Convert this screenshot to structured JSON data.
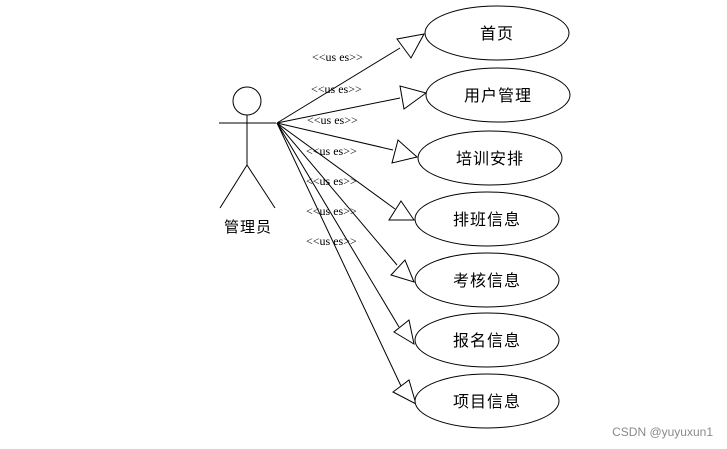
{
  "actor": {
    "label": "管理员"
  },
  "stereotype": "<<us es>>",
  "use_cases": [
    {
      "label": "首页"
    },
    {
      "label": "用户管理"
    },
    {
      "label": "培训安排"
    },
    {
      "label": "排班信息"
    },
    {
      "label": "考核信息"
    },
    {
      "label": "报名信息"
    },
    {
      "label": "项目信息"
    }
  ],
  "watermark": "CSDN @yuyuxun1"
}
